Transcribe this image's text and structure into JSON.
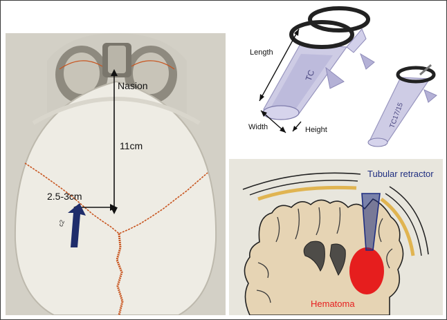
{
  "skull_panel": {
    "nasion_label": "Nasion",
    "distance_vertical": "11cm",
    "distance_lateral": "2.5-3cm",
    "suture_mark": "c2",
    "arrow_color": "#1f2d6b"
  },
  "retractor_panel": {
    "length_label": "Length",
    "width_label": "Width",
    "height_label": "Height",
    "device_text_large": "TC",
    "device_text_small": "TC17/15"
  },
  "illustration_panel": {
    "tubular_label": "Tubular retractor",
    "hematoma_label": "Hematoma",
    "tubular_color": "#1e2d80",
    "hematoma_color": "#e61e1e"
  }
}
